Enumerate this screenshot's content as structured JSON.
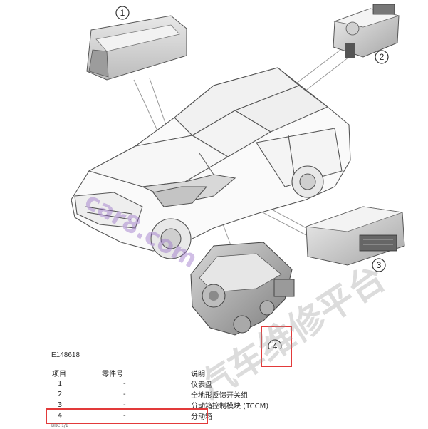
{
  "figure_ref": "E148618",
  "callouts": [
    "1",
    "2",
    "3",
    "4"
  ],
  "table": {
    "headers": [
      "项目",
      "零件号",
      "说明"
    ],
    "rows": [
      {
        "item": "1",
        "part": "-",
        "desc": "仪表盘"
      },
      {
        "item": "2",
        "part": "-",
        "desc": "全地形反馈开关组"
      },
      {
        "item": "3",
        "part": "-",
        "desc": "分动箱控制模块 (TCCM)"
      },
      {
        "item": "4",
        "part": "-",
        "desc": "分动箱"
      }
    ]
  },
  "watermarks": {
    "site": "car8.com",
    "platform": "汽车维修平台"
  },
  "footer_small": "BRC 1/1",
  "colors": {
    "highlight": "#e23a3a",
    "watermark_orange": "#f0b060",
    "watermark_purple": "#9a70c8",
    "watermark_gray": "#9a9a9a"
  }
}
